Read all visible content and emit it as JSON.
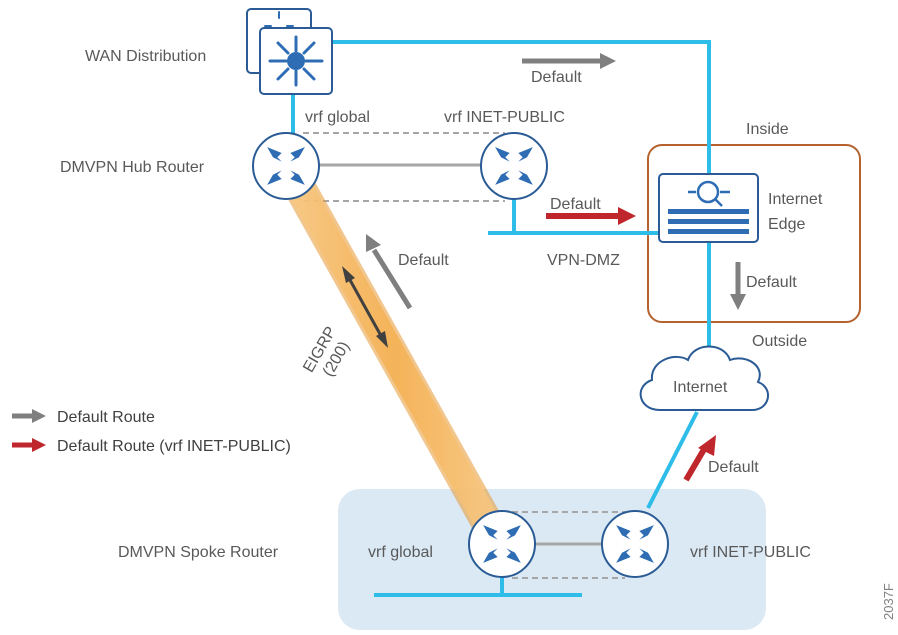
{
  "colors": {
    "link_blue": "#2ebde8",
    "arrow_gray": "#7f7f7f",
    "arrow_red": "#c0272d",
    "router_blue": "#2e6db4",
    "icon_border": "#2a5b95",
    "spoke_region": "#dbe9f5",
    "edge_box": "#b5622e",
    "tunnel_orange": "#f5b35a"
  },
  "nodes": {
    "wan_distribution": {
      "label": "WAN Distribution",
      "icon": "multilayer-switch-icon"
    },
    "hub_router": {
      "label": "DMVPN Hub Router",
      "icon": "router-icon"
    },
    "hub_vrf_global": {
      "label": "vrf global",
      "icon": "router-icon"
    },
    "hub_vrf_inet": {
      "label": "vrf INET-PUBLIC",
      "icon": "router-icon"
    },
    "internet_edge": {
      "line1": "Internet",
      "line2": "Edge",
      "icon": "firewall-icon"
    },
    "inside": {
      "label": "Inside"
    },
    "outside": {
      "label": "Outside"
    },
    "internet": {
      "label": "Internet",
      "icon": "cloud-icon"
    },
    "vpn_dmz": {
      "label": "VPN-DMZ"
    },
    "spoke_router": {
      "label": "DMVPN Spoke Router"
    },
    "spoke_vrf_global": {
      "label": "vrf global",
      "icon": "router-icon"
    },
    "spoke_vrf_inet": {
      "label": "vrf INET-PUBLIC",
      "icon": "router-icon"
    }
  },
  "tunnel": {
    "line1": "EIGRP",
    "line2": "(200)"
  },
  "arrows": {
    "wan_default": "Default",
    "dmz_default": "Default",
    "tunnel_default": "Default",
    "edge_default": "Default",
    "internet_default": "Default"
  },
  "legend": [
    {
      "label": "Default Route",
      "color": "#7f7f7f"
    },
    {
      "label": "Default Route (vrf INET-PUBLIC)",
      "color": "#c0272d"
    }
  ],
  "figure_id": "2037F"
}
